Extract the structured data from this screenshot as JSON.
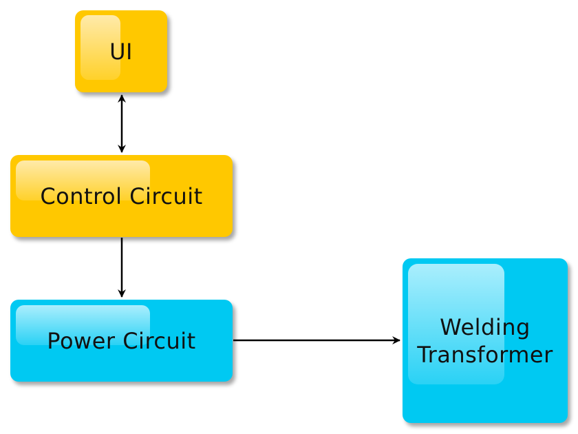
{
  "diagram": {
    "nodes": {
      "ui": {
        "label": "UI",
        "color": "#ffc800"
      },
      "control_circuit": {
        "label": "Control Circuit",
        "color": "#ffc800"
      },
      "power_circuit": {
        "label": "Power Circuit",
        "color": "#00c9f2"
      },
      "welding_transformer": {
        "label": "Welding Transformer",
        "color": "#00c9f2"
      }
    },
    "edges": [
      {
        "from": "ui",
        "to": "control_circuit",
        "direction": "bidirectional"
      },
      {
        "from": "control_circuit",
        "to": "power_circuit",
        "direction": "forward"
      },
      {
        "from": "power_circuit",
        "to": "welding_transformer",
        "direction": "forward"
      }
    ],
    "edge_color": "#000000"
  }
}
